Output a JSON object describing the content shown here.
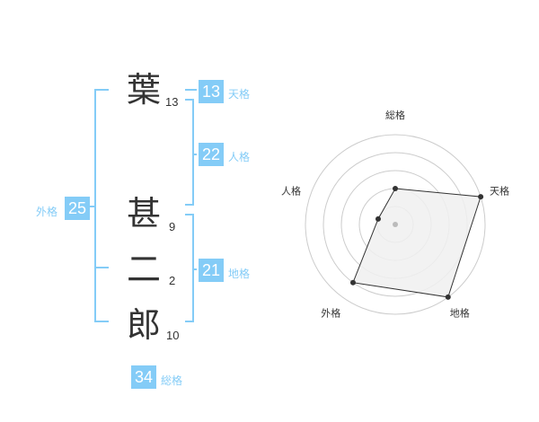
{
  "name_chars": [
    {
      "char": "葉",
      "strokes": "13"
    },
    {
      "char": "甚",
      "strokes": "9"
    },
    {
      "char": "二",
      "strokes": "2"
    },
    {
      "char": "郎",
      "strokes": "10"
    }
  ],
  "fortunes": {
    "tenkaku": {
      "value": "13",
      "label": "天格"
    },
    "jinkaku": {
      "value": "22",
      "label": "人格"
    },
    "chikaku": {
      "value": "21",
      "label": "地格"
    },
    "gaikaku": {
      "value": "25",
      "label": "外格"
    },
    "soukaku": {
      "value": "34",
      "label": "総格"
    }
  },
  "colors": {
    "accent": "#84ccf7",
    "text": "#333333",
    "radar_fill": "#f0f0f0",
    "radar_ring": "#cccccc"
  },
  "chart_data": {
    "type": "radar",
    "axes": [
      "総格",
      "天格",
      "地格",
      "外格",
      "人格"
    ],
    "levels": 5,
    "values": [
      2,
      5,
      5,
      4,
      1
    ]
  }
}
